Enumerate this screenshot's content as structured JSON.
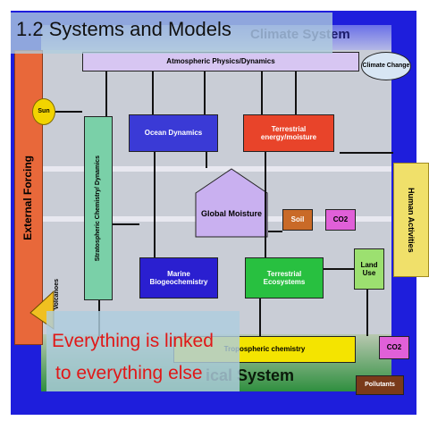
{
  "slide": {
    "title": "1.2 Systems and Models",
    "caption_line1": "Everything is linked",
    "caption_line2": "to everything else"
  },
  "diagram": {
    "top_system_label": "Climate System",
    "bottom_system_label": "ical System",
    "external_forcing": "External Forcing",
    "human_activities": "Human Activities",
    "sun": "Sun",
    "volcanoes": "Volcanoes",
    "atmospheric": "Atmospheric Physics/Dynamics",
    "climate_change": "Climate Change",
    "strato": "Stratospheric Chemistry/ Dynamics",
    "ocean_dynamics": "Ocean Dynamics",
    "terrestrial_energy": "Terrestrial energy/moisture",
    "global_moisture": "Global Moisture",
    "soil": "Soil",
    "co2_top": "CO2",
    "marine": "Marine Biogeochemistry",
    "terrestrial_eco": "Terrestrial Ecosystems",
    "land_use": "Land Use",
    "tropo": "Tropospheric chemistry",
    "co2_bottom": "CO2",
    "pollutants": "Pollutants"
  },
  "colors": {
    "frame": "#1e1edc",
    "atmospheric": "#d7c6f2",
    "strato": "#7ad0a8",
    "ocean": "#3a3ad6",
    "terrestrial_energy": "#e8442a",
    "global_moisture": "#c9b0f0",
    "soil": "#c96a28",
    "co2": "#e060d8",
    "marine": "#2a1fd0",
    "terrestrial_eco": "#28c040",
    "land_use": "#9ce070",
    "tropo": "#f4e400",
    "human": "#f0e06a",
    "external": "#e8683a",
    "pollutants": "#7a3a1a",
    "caption_text": "#e01818"
  }
}
